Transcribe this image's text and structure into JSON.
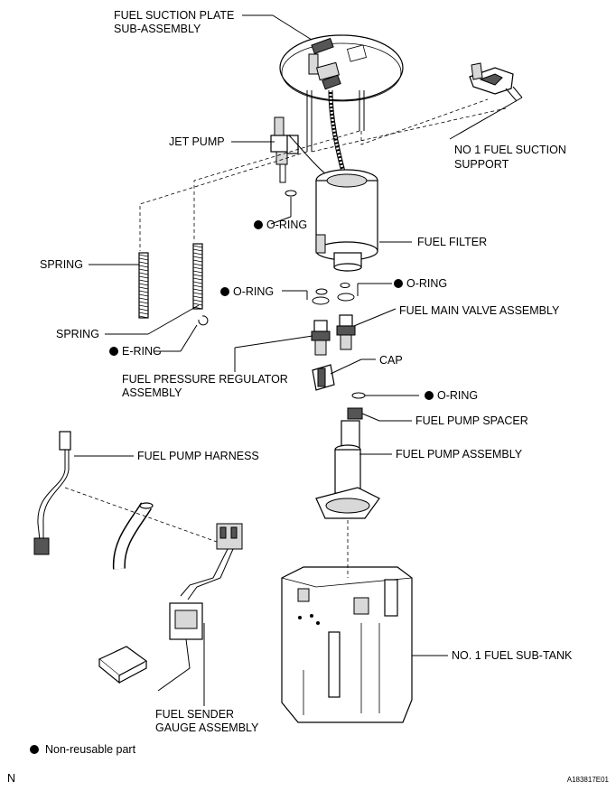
{
  "labels": {
    "fuel_suction_plate_1": "FUEL SUCTION PLATE",
    "fuel_suction_plate_2": "SUB-ASSEMBLY",
    "jet_pump": "JET PUMP",
    "no1_suction_support_1": "NO  1 FUEL SUCTION",
    "no1_suction_support_2": "SUPPORT",
    "oring_jet": "O-RING",
    "fuel_filter": "FUEL FILTER",
    "spring_upper": "SPRING",
    "oring_left": "O-RING",
    "oring_right": "O-RING",
    "fuel_main_valve": "FUEL MAIN VALVE ASSEMBLY",
    "spring_lower": "SPRING",
    "e_ring": "E-RING",
    "fuel_pressure_reg_1": "FUEL PRESSURE REGULATOR",
    "fuel_pressure_reg_2": "ASSEMBLY",
    "cap": "CAP",
    "oring_pump": "O-RING",
    "fuel_pump_spacer": "FUEL PUMP SPACER",
    "fuel_pump_harness": "FUEL PUMP HARNESS",
    "fuel_pump_assembly": "FUEL PUMP ASSEMBLY",
    "no1_sub_tank": "NO. 1 FUEL SUB-TANK",
    "fuel_sender_1": "FUEL SENDER",
    "fuel_sender_2": "GAUGE ASSEMBLY"
  },
  "legend": {
    "symbol": "●",
    "text": "Non-reusable part"
  },
  "footer": {
    "left": "N",
    "right": "A183817E01"
  }
}
